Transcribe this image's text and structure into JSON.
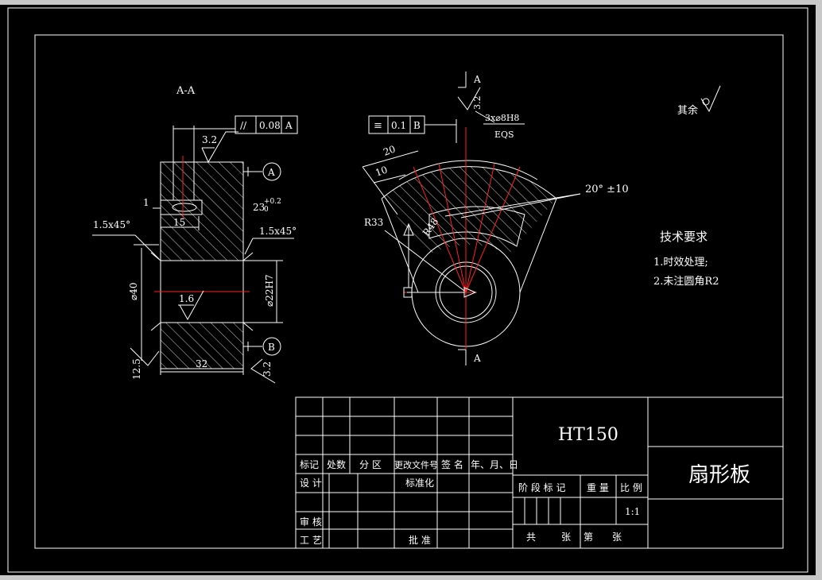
{
  "section_label": "A-A",
  "section_marker": "A",
  "dims": {
    "d3_2": "3.2",
    "d1": "1",
    "d15": "15",
    "d32": "32",
    "d40": "⌀40",
    "d22": "⌀22H7",
    "d23": "23",
    "d23_tol_up": "+0.2",
    "d23_tol_low": "0",
    "chamfer": "1.5x45°",
    "r1_6": "1.6",
    "r12_5": "12.5",
    "r3_2b": "3.2",
    "r3_2c": "3.2",
    "tol_parallel_sym": "//",
    "tol_parallel_val": "0.08",
    "tol_parallel_ref": "A",
    "tol_sym_sym": "≡",
    "tol_sym_val": "0.1",
    "tol_sym_ref": "B",
    "datum_a": "A",
    "datum_b": "B",
    "holes": "3x⌀8H8",
    "eqs": "EQS",
    "d20": "20",
    "d10": "10",
    "r33": "R33",
    "r48": "R48",
    "angle": "20° ±10"
  },
  "rest_roughness": "其余",
  "tech_req": {
    "title": "技术要求",
    "item1": "1.时效处理;",
    "item2": "2.未注圆角R2"
  },
  "title_block": {
    "material": "HT150",
    "part_name": "扇形板",
    "h_mark": "标记",
    "h_count": "处数",
    "h_zone": "分 区",
    "h_docno": "更改文件号",
    "h_sign": "签 名",
    "h_date": "年、月、日",
    "design": "设 计",
    "standard": "标准化",
    "review": "审 核",
    "process": "工 艺",
    "approve": "批 准",
    "stage": "阶 段 标 记",
    "weight": "重 量",
    "scale": "比 例",
    "scale_val": "1:1",
    "total": "共",
    "sheets": "张",
    "sheet_no": "第",
    "sheets2": "张"
  }
}
